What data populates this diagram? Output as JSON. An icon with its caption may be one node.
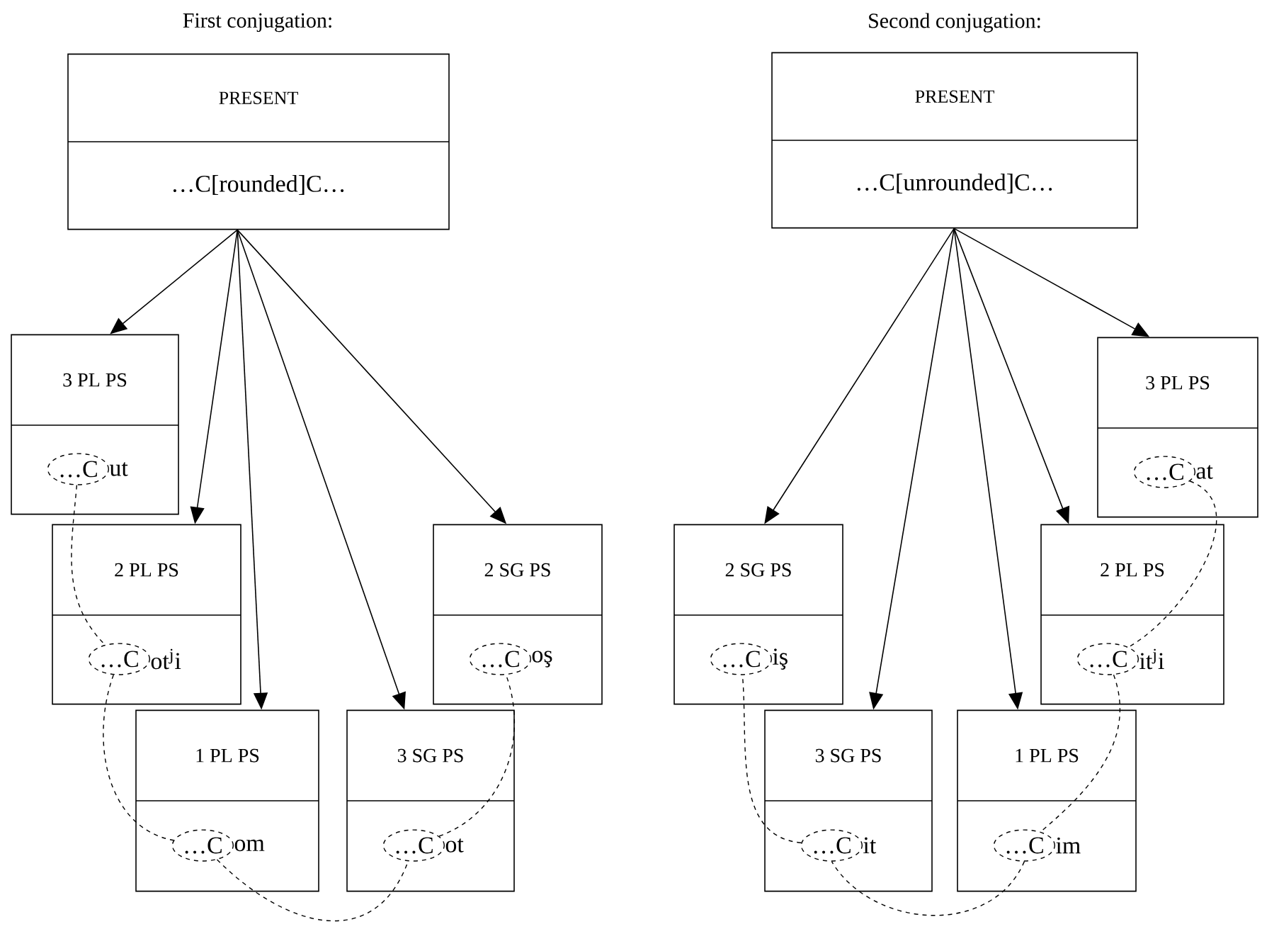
{
  "diagram": {
    "nodes": [
      {
        "text": [
          "PRESENT",
          "…C[rounded]C…"
        ]
      },
      {
        "text": [
          "3 PL PS",
          "ut"
        ]
      },
      {
        "text": [
          "…C"
        ],
        "in": 1
      },
      {
        "text": [
          "2 PL PS",
          "ot$^{j}$i"
        ]
      },
      {
        "text": [
          "…C"
        ],
        "in": 3
      },
      {
        "text": [
          "2 SG PS",
          "oş"
        ]
      },
      {
        "text": [
          "…C"
        ],
        "in": 5
      },
      {
        "text": [
          "1 PL PS",
          "om"
        ]
      },
      {
        "text": [
          "…C"
        ],
        "in": 7
      },
      {
        "text": [
          "3 SG PS",
          "ot"
        ]
      },
      {
        "text": [
          "…C"
        ],
        "in": 9
      },
      {
        "text": [
          "PRESENT",
          "…C[unrounded]C…"
        ]
      },
      {
        "text": [
          "3 PL PS",
          "at"
        ]
      },
      {
        "text": [
          "…C"
        ],
        "in": 12
      },
      {
        "text": [
          "2 SG PS",
          "iş"
        ]
      },
      {
        "text": [
          "…C"
        ],
        "in": 14
      },
      {
        "text": [
          "2 PL PS",
          "it$^{j}$i"
        ]
      },
      {
        "text": [
          "…C"
        ],
        "in": 16
      },
      {
        "text": [
          "3 SG PS",
          "it"
        ]
      },
      {
        "text": [
          "…C"
        ],
        "in": 18
      },
      {
        "text": [
          "1 PL PS",
          "im"
        ]
      },
      {
        "text": [
          "…C"
        ],
        "in": 20
      }
    ],
    "edges": [
      {
        "from": 0,
        "to": 1,
        "arrow": "to"
      },
      {
        "from": 0,
        "to": 3,
        "arrow": "to"
      },
      {
        "from": 0,
        "to": 7,
        "arrow": "to"
      },
      {
        "from": 0,
        "to": 9,
        "arrow": "to"
      },
      {
        "from": 0,
        "to": 5,
        "arrow": "to"
      },
      {
        "from": 2,
        "to": 4,
        "arrow": "none",
        "style": "dashed"
      },
      {
        "from": 4,
        "to": 8,
        "arrow": "none",
        "style": "dashed"
      },
      {
        "from": 8,
        "to": 10,
        "arrow": "none",
        "style": "dashed"
      },
      {
        "from": 10,
        "to": 6,
        "arrow": "none",
        "style": "dashed"
      },
      {
        "from": 11,
        "to": 14,
        "arrow": "to"
      },
      {
        "from": 11,
        "to": 18,
        "arrow": "to"
      },
      {
        "from": 11,
        "to": 20,
        "arrow": "to"
      },
      {
        "from": 11,
        "to": 16,
        "arrow": "to"
      },
      {
        "from": 11,
        "to": 12,
        "arrow": "to"
      },
      {
        "from": 13,
        "to": 17,
        "arrow": "none",
        "style": "dashed"
      },
      {
        "from": 17,
        "to": 21,
        "arrow": "none",
        "style": "dashed"
      },
      {
        "from": 21,
        "to": 19,
        "arrow": "none",
        "style": "dashed"
      },
      {
        "from": 19,
        "to": 15,
        "arrow": "none",
        "style": "dashed"
      }
    ],
    "labels": [
      "First conjugation:",
      "Second conjugation:"
    ]
  }
}
